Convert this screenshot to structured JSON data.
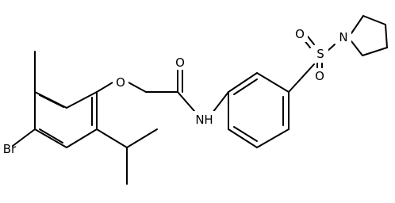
{
  "molecule": {
    "atoms": [
      {
        "id": "br",
        "symbol": "Br"
      },
      {
        "id": "o_ether",
        "symbol": "O"
      },
      {
        "id": "o_carbonyl",
        "symbol": "O"
      },
      {
        "id": "n_amide",
        "symbol": "N",
        "suffix": "H"
      },
      {
        "id": "s",
        "symbol": "S"
      },
      {
        "id": "o_sulfonyl_1",
        "symbol": "O"
      },
      {
        "id": "o_sulfonyl_2",
        "symbol": "O"
      },
      {
        "id": "n_ring",
        "symbol": "N"
      }
    ]
  },
  "colors": {
    "bond": "#000000",
    "text": "#000000",
    "background": "#ffffff"
  }
}
